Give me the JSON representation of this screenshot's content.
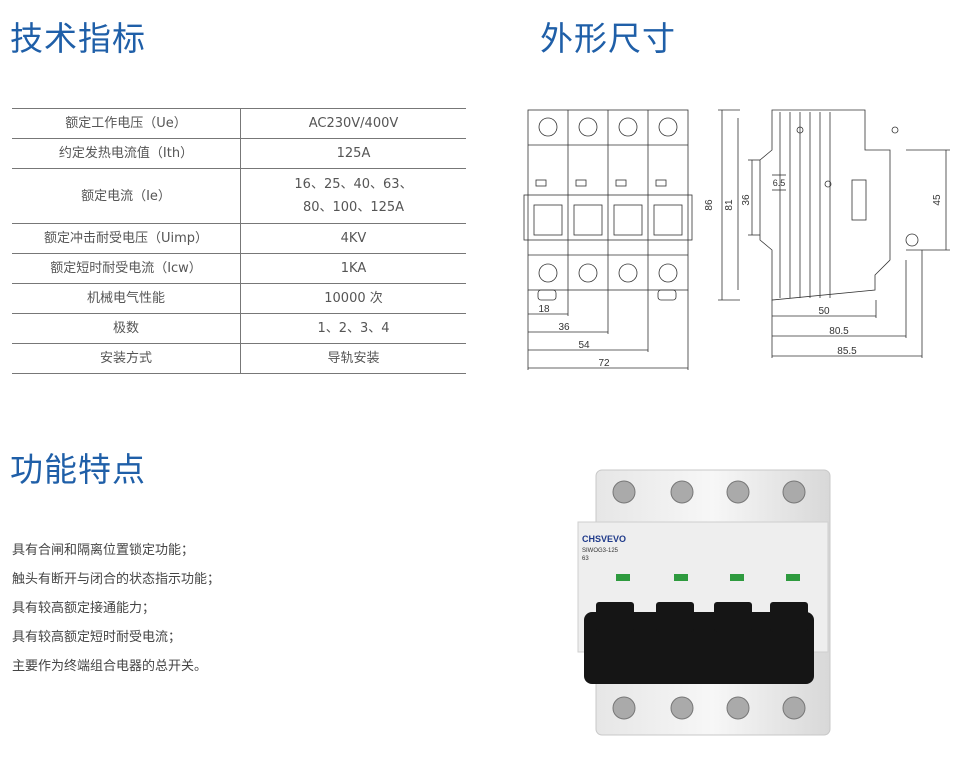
{
  "headings": {
    "spec": "技术指标",
    "dims": "外形尺寸",
    "features": "功能特点"
  },
  "spec_rows": [
    {
      "k": "额定工作电压（Ue）",
      "v": "AC230V/400V"
    },
    {
      "k": "约定发热电流值（Ith）",
      "v": "125A"
    },
    {
      "k": "额定电流（Ie）",
      "v": "16、25、40、63、80、100、125A"
    },
    {
      "k": "额定冲击耐受电压（Uimp）",
      "v": "4KV"
    },
    {
      "k": "额定短时耐受电流（Icw）",
      "v": "1KA"
    },
    {
      "k": "机械电气性能",
      "v": "10000 次"
    },
    {
      "k": "极数",
      "v": "1、2、3、4"
    },
    {
      "k": "安装方式",
      "v": "导轨安装"
    }
  ],
  "features": [
    "具有合闸和隔离位置锁定功能；",
    "触头有断开与闭合的状态指示功能；",
    "具有较高额定接通能力；",
    "具有较高额定短时耐受电流；",
    "主要作为终端组合电器的总开关。"
  ],
  "front_dims": [
    "18",
    "36",
    "54",
    "72"
  ],
  "side_dims": {
    "h1": "86",
    "h2": "81",
    "h3": "36",
    "w": "6.5",
    "r": "45",
    "b1": "50",
    "b2": "80.5",
    "b3": "85.5"
  },
  "product": {
    "brand": "CHSVEVO",
    "model": "SIWOG3-125",
    "rating": "63"
  },
  "colors": {
    "heading": "#1f5fa8"
  }
}
